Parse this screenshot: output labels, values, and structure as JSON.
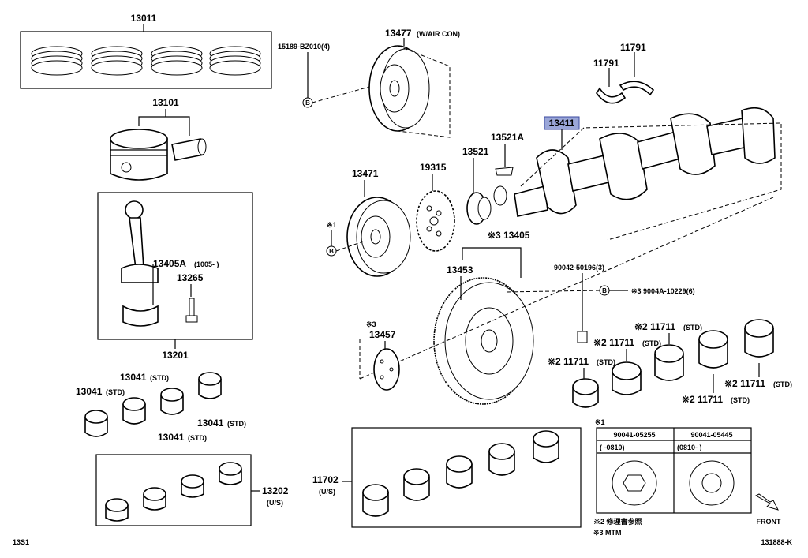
{
  "labels": {
    "p13011": "13011",
    "p13101": "13101",
    "p13405A": "13405A",
    "p13405A_note": "(1005-     )",
    "p13265": "13265",
    "p13201": "13201",
    "p13041a": "13041",
    "p13041a_note": "(STD)",
    "p13041b": "13041",
    "p13041b_note": "(STD)",
    "p13041c": "13041",
    "p13041c_note": "(STD)",
    "p13041d": "13041",
    "p13041d_note": "(STD)",
    "p13202": "13202",
    "p13202_note": "(U/S)",
    "p15189": "15189-BZ010(4)",
    "p13477": "13477",
    "p13477_note": "(W/AIR CON)",
    "p13471": "13471",
    "p19315": "19315",
    "p13521": "13521",
    "p13521A": "13521A",
    "p13411": "13411",
    "p11791a": "11791",
    "p11791b": "11791",
    "mark1": "※1",
    "p13405": "※3 13405",
    "p13453": "13453",
    "p90042": "90042-50196(3)",
    "p9004A": "※3 9004A-10229(6)",
    "p13457_mark": "※3",
    "p13457": "13457",
    "p11711a": "※2 11711",
    "p11711b": "※2 11711",
    "p11711c": "※2 11711",
    "p11711d": "※2 11711",
    "p11711e": "※2 11711",
    "std": "(STD)",
    "p11702": "11702",
    "p11702_note": "(U/S)",
    "b_mark": "B"
  },
  "table": {
    "mark": "※1",
    "col1": "90041-05255",
    "col2": "90041-05445",
    "range1": "(      -0810)",
    "range2": "(0810-      )"
  },
  "footnotes": {
    "n2": "※2 修理書参照",
    "n3": "※3 MTM"
  },
  "front": "FRONT",
  "corner_left": "13S1",
  "corner_right": "131888-K",
  "colors": {
    "highlight": "#9aa6d8",
    "line": "#000000"
  }
}
